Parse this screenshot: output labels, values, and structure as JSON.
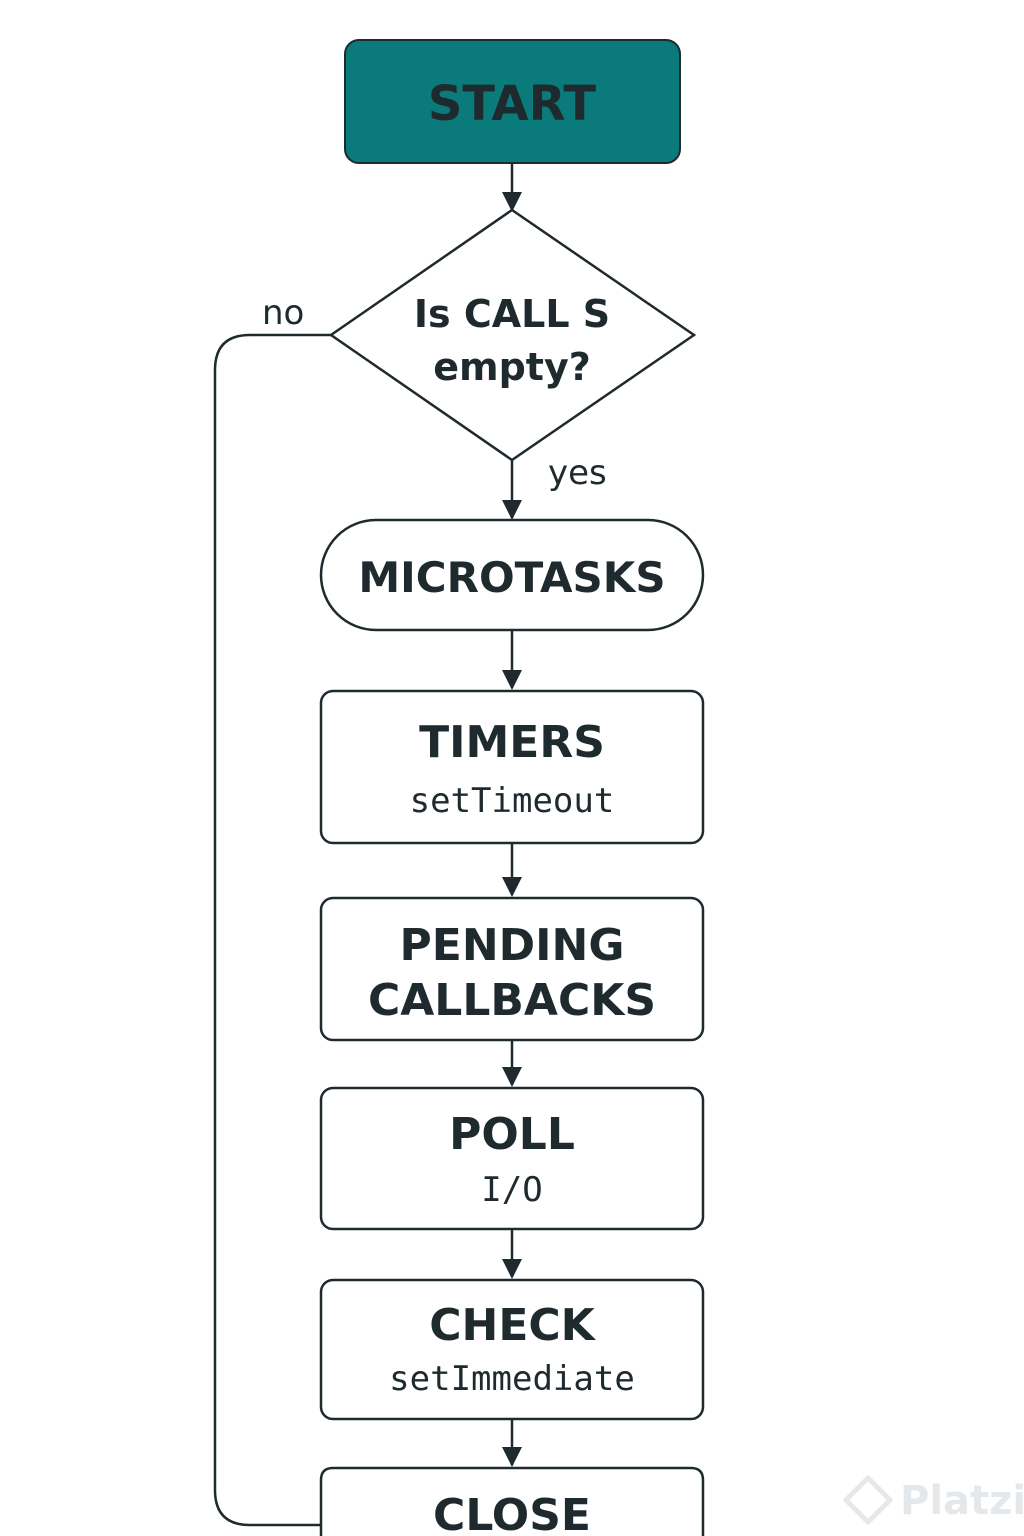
{
  "nodes": {
    "start": {
      "label": "START"
    },
    "decision": {
      "line1": "Is CALL S",
      "line2": "empty?"
    },
    "microtasks": {
      "label": "MICROTASKS"
    },
    "timers": {
      "title": "TIMERS",
      "sub": "setTimeout"
    },
    "pending": {
      "line1": "PENDING",
      "line2": "CALLBACKS"
    },
    "poll": {
      "title": "POLL",
      "sub": "I/O"
    },
    "check": {
      "title": "CHECK",
      "sub": "setImmediate"
    },
    "close": {
      "title": "CLOSE"
    }
  },
  "edges": {
    "no_label": "no",
    "yes_label": "yes"
  },
  "watermark": {
    "text": "Platzi"
  },
  "colors": {
    "start_fill": "#0b7a7a",
    "start_text": "#ffffff",
    "stroke": "#1f2a2e"
  }
}
